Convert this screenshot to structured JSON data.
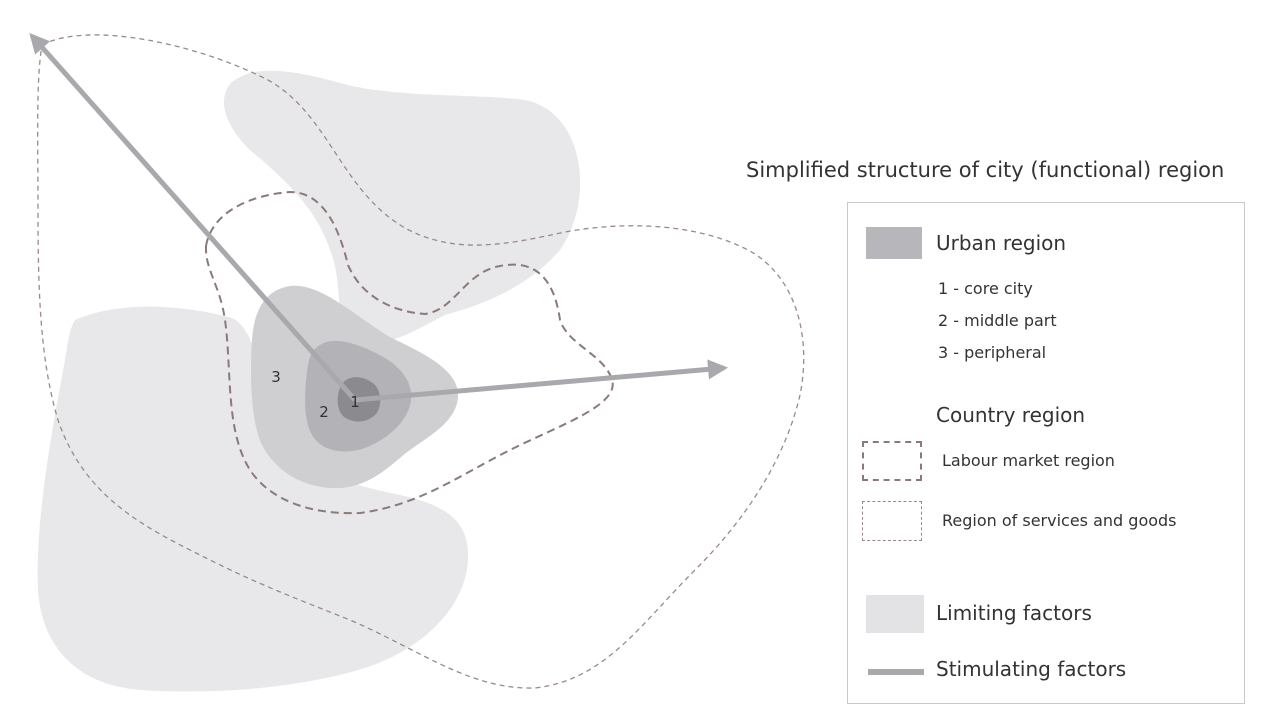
{
  "diagram": {
    "zone_labels": [
      "1",
      "2",
      "3"
    ]
  },
  "legend": {
    "title": "Simplified structure of city (functional) region",
    "urban_region": "Urban region",
    "zones": [
      "1 - core city",
      "2 - middle part",
      "3 - peripheral"
    ],
    "country_region": "Country region",
    "labour_market": "Labour market region",
    "services_goods": "Region of services and goods",
    "limiting": "Limiting factors",
    "stimulating": "Stimulating factors"
  },
  "colors": {
    "limiting_factors": "#e8e8ea",
    "peripheral_zone": "#cfcfd2",
    "middle_zone": "#b3b3b7",
    "core_zone": "#8a8a8f",
    "stimulating_arrow": "#a8a8ad",
    "labour_market_border": "#8a7a78",
    "services_border": "#9a8a88",
    "urban_symbol": "#b6b6bb"
  }
}
